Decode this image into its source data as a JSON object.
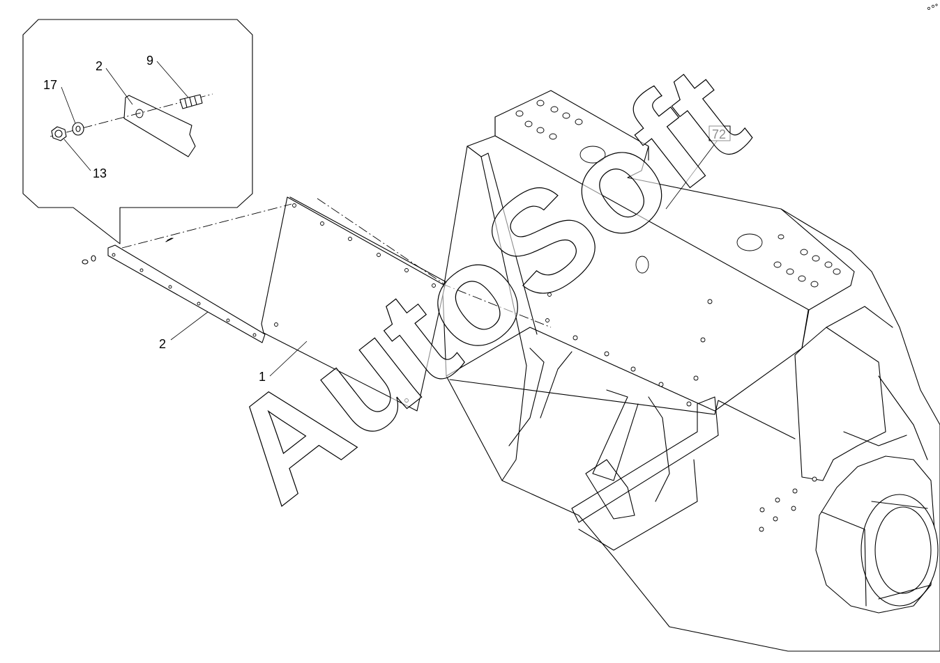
{
  "watermark": "AutoSoft",
  "callouts": {
    "label_1": "1",
    "label_2_main": "2",
    "label_2_detail": "2",
    "label_9": "9",
    "label_13": "13",
    "label_17": "17",
    "label_72": "72"
  },
  "colors": {
    "line": "#000000",
    "background": "#ffffff"
  }
}
